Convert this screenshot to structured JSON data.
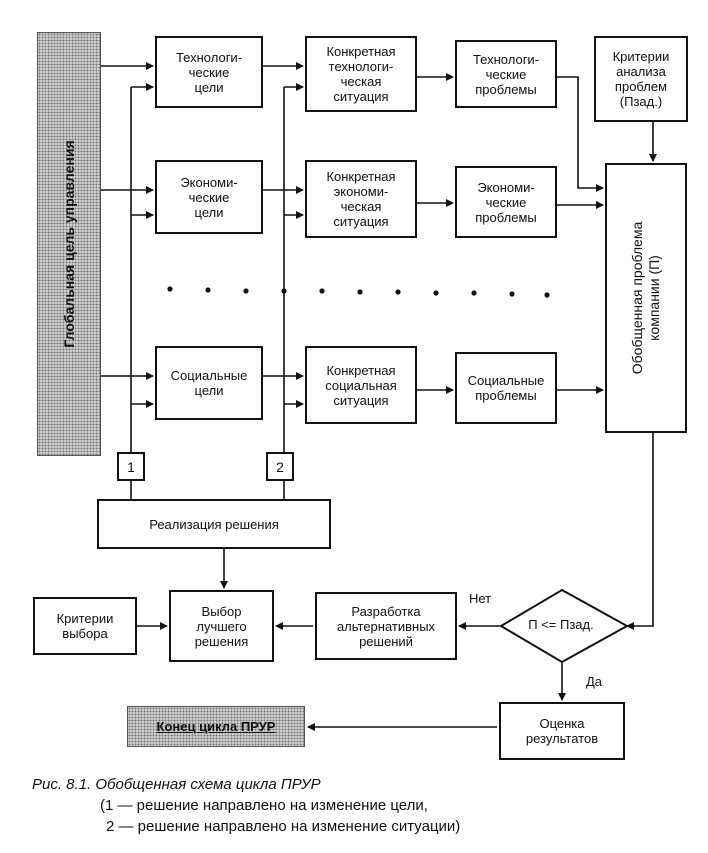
{
  "global_goal": "Глобальная цель управления",
  "goals": {
    "tech": "Технологи-\nческие\nцели",
    "econ": "Экономи-\nческие\nцели",
    "social": "Социальные\nцели"
  },
  "situations": {
    "tech": "Конкретная\nтехнологи-\nческая\nситуация",
    "econ": "Конкретная\nэкономи-\nческая\nситуация",
    "social": "Конкретная\nсоциальная\nситуация"
  },
  "problems": {
    "tech": "Технологи-\nческие\nпроблемы",
    "econ": "Экономи-\nческие\nпроблемы",
    "social": "Социальные\nпроблемы"
  },
  "criteria_problems": "Критерии\nанализа\nпроблем\n(Пзад.)",
  "general_problem": "Обобщенная проблема\nкомпании (П)",
  "feedback_1": "1",
  "feedback_2": "2",
  "implementation": "Реализация решения",
  "selection_criteria": "Критерии\nвыбора",
  "best_choice": "Выбор\nлучшего\nрешения",
  "alternatives": "Разработка\nальтернативных\nрешений",
  "condition": "П <= Пзад.",
  "no_label": "Нет",
  "yes_label": "Да",
  "evaluation": "Оценка\nрезультатов",
  "end_cycle": "Конец цикла ПРУР",
  "caption": {
    "title": "Рис. 8.1. Обобщенная схема цикла ПРУР",
    "line1": "(1 — решение направлено на изменение цели,",
    "line2": "2 — решение направлено на изменение ситуации)"
  }
}
